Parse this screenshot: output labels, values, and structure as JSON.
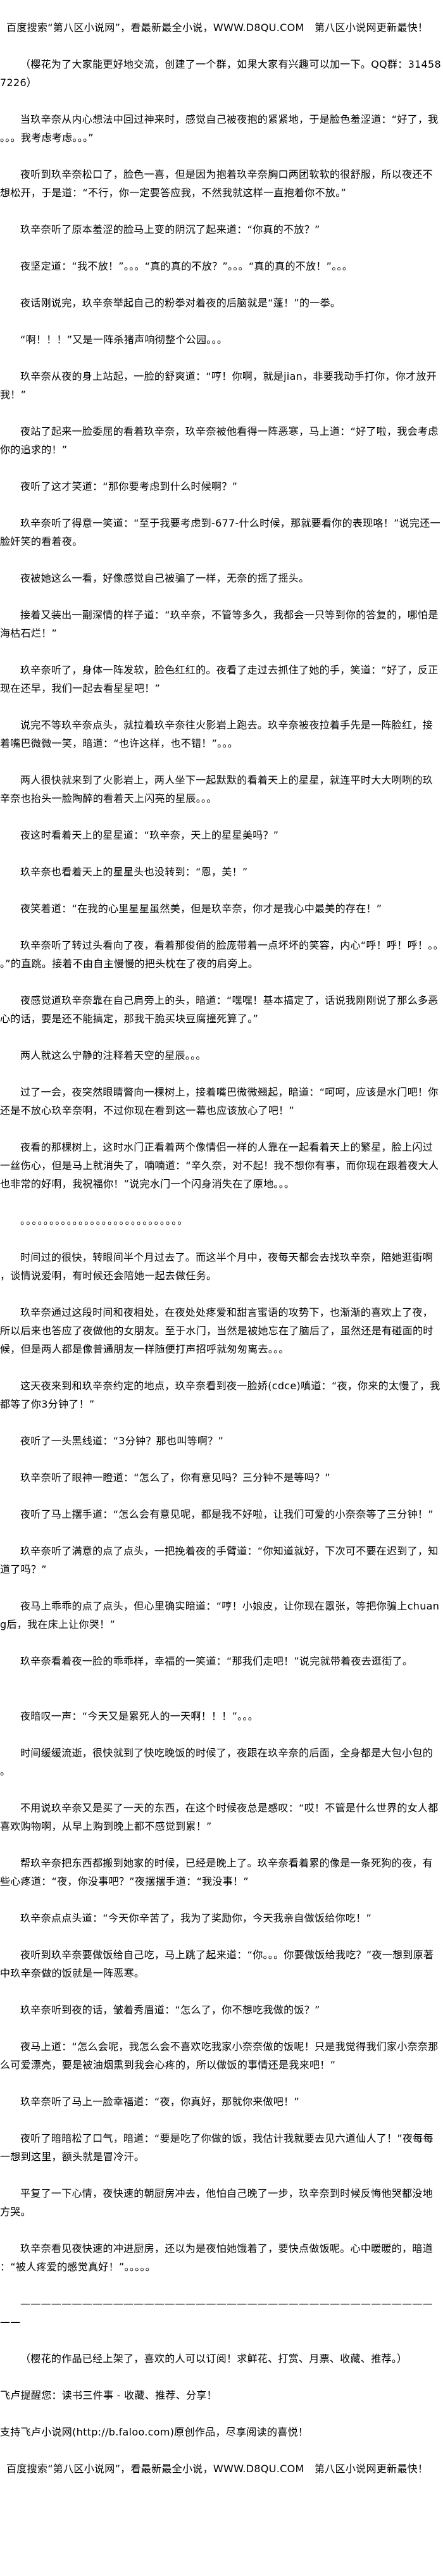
{
  "header_notice": "百度搜索“第八区小说网”，看最新最全小说，WWW.D8QU.COM　第八区小说网更新最快！",
  "qq_group_notice": "（樱花为了大家能更好地交流，创建了一个群，如果大家有兴趣可以加一下。QQ群：314587226）",
  "story": {
    "part1": [
      "当玖辛奈从内心想法中回过神来时，感觉自己被夜抱的紧紧地，于是脸色羞涩道：“好了，我。。。我考虑考虑。。。”",
      "夜听到玖辛奈松口了，脸色一喜，但是因为抱着玖辛奈胸口两团软软的很舒服，所以夜还不想松开，于是道：“不行，你一定要答应我，不然我就这样一直抱着你不放。”",
      "玖辛奈听了原本羞涩的脸马上变的阴沉了起来道：“你真的不放？”",
      "夜坚定道：“我不放！”。。。“真的真的不放？”。。。“真的真的不放！”。。。",
      "夜话刚说完，玖辛奈举起自己的粉拳对着夜的后脑就是“蓬！”的一拳。",
      "“啊！！！”又是一阵杀猪声响彻整个公园。。。",
      "玖辛奈从夜的身上站起，一脸的舒爽道：“哼！你啊，就是jian，非要我动手打你，你才放开我！”",
      "夜站了起来一脸委屈的看着玖辛奈，玖辛奈被他看得一阵恶寒，马上道：“好了啦，我会考虑你的追求的！”",
      "夜听了这才笑道：“那你要考虑到什么时候啊？”",
      "玖辛奈听了得意一笑道：“至于我要考虑到-677-什么时候，那就要看你的表现咯！”说完还一脸奸笑的看着夜。",
      "夜被她这么一看，好像感觉自己被骗了一样，无奈的摇了摇头。",
      "接着又装出一副深情的样子道：“玖辛奈，不管等多久，我都会一只等到你的答复的，哪怕是海枯石烂！”",
      "玖辛奈听了，身体一阵发软，脸色红红的。夜看了走过去抓住了她的手，笑道：“好了，反正现在还早，我们一起去看星星吧！”",
      "说完不等玖辛奈点头，就拉着玖辛奈往火影岩上跑去。玖辛奈被夜拉着手先是一阵脸红，接着嘴巴微微一笑，暗道：“也许这样，也不错！”。。。",
      "两人很快就来到了火影岩上，两人坐下一起默默的看着天上的星星，就连平时大大咧咧的玖辛奈也抬头一脸陶醉的看着天上闪亮的星辰。。。",
      "夜这时看着天上的星星道：“玖辛奈，天上的星星美吗？”",
      "玖辛奈也看着天上的星星头也没转到：“恩，美！”",
      "夜笑着道：“在我的心里星星虽然美，但是玖辛奈，你才是我心中最美的存在！”",
      "玖辛奈听了转过头看向了夜，看着那俊俏的脸庞带着一点坏坏的笑容，内心“呼！呼！呼！。。。”的直跳。接着不由自主慢慢的把头枕在了夜的肩旁上。",
      "夜感觉道玖辛奈靠在自己肩旁上的头，暗道：“嘿嘿！基本搞定了，话说我刚刚说了那么多恶心的话，要是还不能搞定，那我干脆买块豆腐撞死算了。”",
      "两人就这么宁静的注释着天空的星辰。。。",
      "过了一会，夜突然眼睛瞥向一棵树上，接着嘴巴微微翘起，暗道：“呵呵，应该是水门吧！你还是不放心玖辛奈啊，不过你现在看到这一幕也应该放心了吧！”",
      "夜看的那棵树上，这时水门正看着两个像情侣一样的人靠在一起看着天上的繁星，脸上闪过一丝伤心，但是马上就消失了，喃喃道：“辛久奈，对不起！我不想你有事，而你现在跟着夜大人也非常的好啊，我祝福你！”说完水门一个闪身消失在了原地。。。"
    ],
    "scene_break_dots": "。。。。。。。。。。。。。。。。。。。。。。。。。。。。",
    "part2": [
      "时间过的很快，转眼间半个月过去了。而这半个月中，夜每天都会去找玖辛奈，陪她逛街啊，谈情说爱啊，有时候还会陪她一起去做任务。",
      "玖辛奈通过这段时间和夜相处，在夜处处疼爱和甜言蜜语的攻势下，也渐渐的喜欢上了夜，所以后来也答应了夜做他的女朋友。至于水门，当然是被她忘在了脑后了，虽然还是有碰面的时候，但是两人都是像普通朋友一样随便打声招呼就匆匆离去。。。",
      "这天夜来到和玖辛奈约定的地点，玖辛奈看到夜一脸娇(cdce)嗔道：“夜，你来的太慢了，我都等了你3分钟了！”",
      "夜听了一头黑线道：“3分钟？那也叫等啊？”",
      "玖辛奈听了眼神一瞪道：“怎么了，你有意见吗？三分钟不是等吗？”",
      "夜听了马上摆手道：“怎么会有意见呢，都是我不好啦，让我们可爱的小奈奈等了三分钟！”",
      "玖辛奈听了满意的点了点头，一把挽着夜的手臂道：“你知道就好，下次可不要在迟到了，知道了吗？”",
      "夜马上乖乖的点了点头，但心里确实暗道：“哼！小娘皮，让你现在嚣张，等把你骗上chuang后，我在床上让你哭！”",
      "玖辛奈看着夜一脸的乖乖样，幸福的一笑道：“那我们走吧！”说完就带着夜去逛街了。"
    ],
    "part3": [
      "夜暗叹一声：“今天又是累死人的一天啊！！！”。。。",
      "时间缓缓流逝，很快就到了快吃晚饭的时候了，夜跟在玖辛奈的后面，全身都是大包小包的。",
      "不用说玖辛奈又是买了一天的东西，在这个时候夜总是感叹：“哎！不管是什么世界的女人都喜欢购物啊，从早上购到晚上都不感觉到累！”",
      "帮玖辛奈把东西都搬到她家的时候，已经是晚上了。玖辛奈看着累的像是一条死狗的夜，有些心疼道：“夜，你没事吧？”夜摆摆手道：“我没事！”",
      "玖辛奈点点头道：“今天你辛苦了，我为了奖励你，今天我亲自做饭给你吃！”",
      "夜听到玖辛奈要做饭给自己吃，马上跳了起来道：“你。。。你要做饭给我吃？”夜一想到原著中玖辛奈做的饭就是一阵恶寒。",
      "玖辛奈听到夜的话，皱着秀眉道：“怎么了，你不想吃我做的饭？”",
      "夜马上道：“怎么会呢，我怎么会不喜欢吃我家小奈奈做的饭呢！只是我觉得我们家小奈奈那么可爱漂亮，要是被油烟熏到我会心疼的，所以做饭的事情还是我来吧！”",
      "玖辛奈听了马上一脸幸福道：“夜，你真好，那就你来做吧！”",
      "夜听了暗暗松了口气，暗道：“要是吃了你做的饭，我估计我就要去见六道仙人了！”夜每每一想到这里，额头就是冒冷汗。",
      "平复了一下心情，夜快速的朝厨房冲去，他怕自己晚了一步，玖辛奈到时候反悔他哭都没地方哭。",
      "玖辛奈看见夜快速的冲进厨房，还以为是夜怕她饿着了，要快点做饭呢。心中暖暖的，暗道：“被人疼爱的感觉真好！”。。。。。"
    ]
  },
  "separator_dashes": "——————————————————————————————————————————",
  "author_note": "（樱花的作品已经上架了，喜欢的人可以订阅！求鲜花、打赏、月票、收藏、推荐。）",
  "faloo_reminder": "飞卢提醒您：读书三件事 - 收藏、推荐、分享！",
  "faloo_support": "支持飞卢小说网(http://b.faloo.com)原创作品，尽享阅读的喜悦！",
  "footer_notice": "百度搜索“第八区小说网”，看最新最全小说，WWW.D8QU.COM　第八区小说网更新最快！"
}
